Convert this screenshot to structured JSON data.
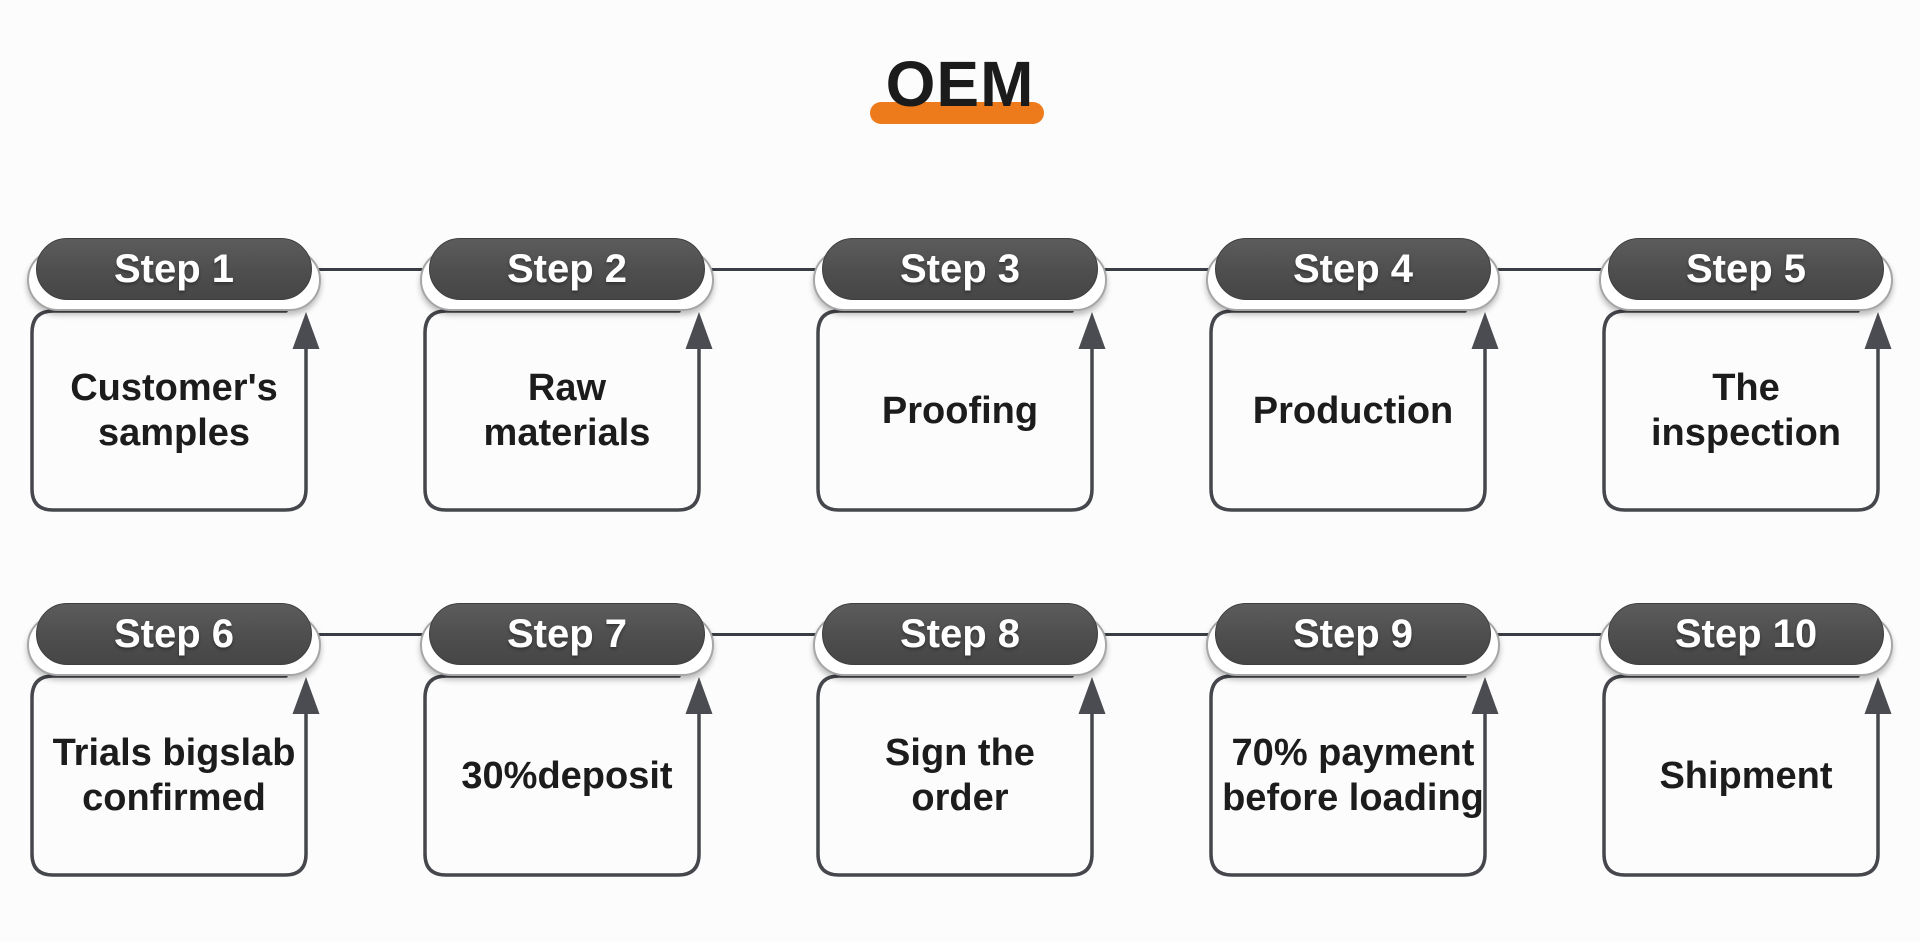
{
  "title": {
    "text": "OEM"
  },
  "steps": [
    {
      "pill": "Step 1",
      "label": "Customer's\nsamples"
    },
    {
      "pill": "Step 2",
      "label": "Raw\nmaterials"
    },
    {
      "pill": "Step 3",
      "label": "Proofing"
    },
    {
      "pill": "Step 4",
      "label": "Production"
    },
    {
      "pill": "Step 5",
      "label": "The\ninspection"
    },
    {
      "pill": "Step 6",
      "label": "Trials bigslab\nconfirmed"
    },
    {
      "pill": "Step 7",
      "label": "30%deposit"
    },
    {
      "pill": "Step 8",
      "label": "Sign the\norder"
    },
    {
      "pill": "Step 9",
      "label": "70% payment\nbefore loading"
    },
    {
      "pill": "Step 10",
      "label": "Shipment"
    }
  ],
  "style": {
    "accent_orange": "#EE7B1B",
    "pill_color": "#4E4E4E",
    "pill_text_color": "#FFFFFF",
    "box_border_color": "#45474C",
    "arrow_color": "#4A4C51",
    "connector_color": "#3A3D44",
    "text_color": "#1C1C1C",
    "background": "#FCFCFC"
  }
}
